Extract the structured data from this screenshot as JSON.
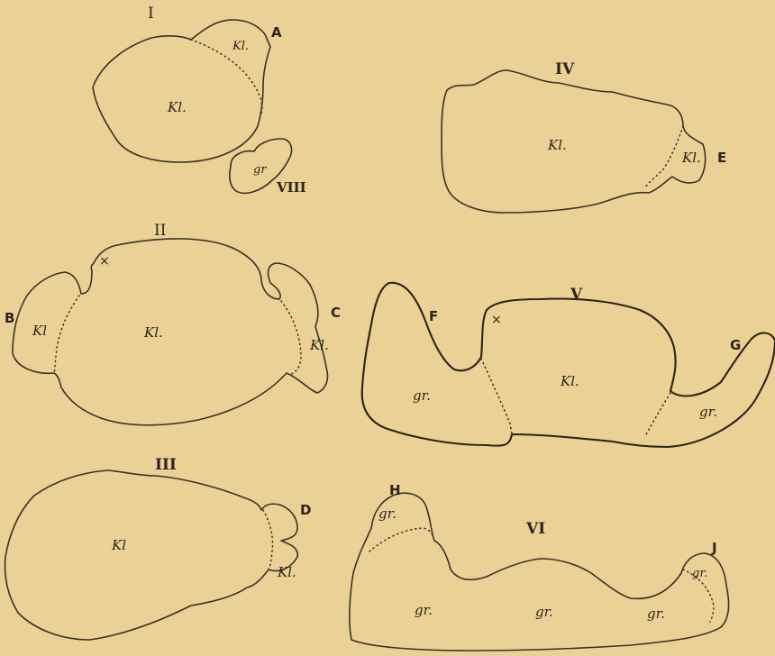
{
  "figures": {
    "I": {
      "numeral": "I",
      "regions": [
        "Kl.",
        "Kl."
      ],
      "buds": [
        "A"
      ]
    },
    "II": {
      "numeral": "II",
      "regions": [
        "Kl",
        "Kl.",
        "Kl."
      ],
      "buds": [
        "B",
        "C"
      ],
      "mark": "×"
    },
    "III": {
      "numeral": "III",
      "regions": [
        "Kl",
        "Kl."
      ],
      "buds": [
        "D"
      ]
    },
    "IV": {
      "numeral": "IV",
      "regions": [
        "Kl.",
        "Kl."
      ],
      "buds": [
        "E"
      ]
    },
    "V": {
      "numeral": "V",
      "regions": [
        "gr.",
        "Kl.",
        "gr."
      ],
      "buds": [
        "F",
        "G"
      ],
      "mark": "×"
    },
    "VI": {
      "numeral": "VI",
      "regions": [
        "gr.",
        "gr.",
        "gr.",
        "gr.",
        "gr."
      ],
      "buds": [
        "H",
        "J"
      ]
    },
    "VIII": {
      "numeral": "VIII",
      "regions": [
        "gr"
      ]
    }
  }
}
